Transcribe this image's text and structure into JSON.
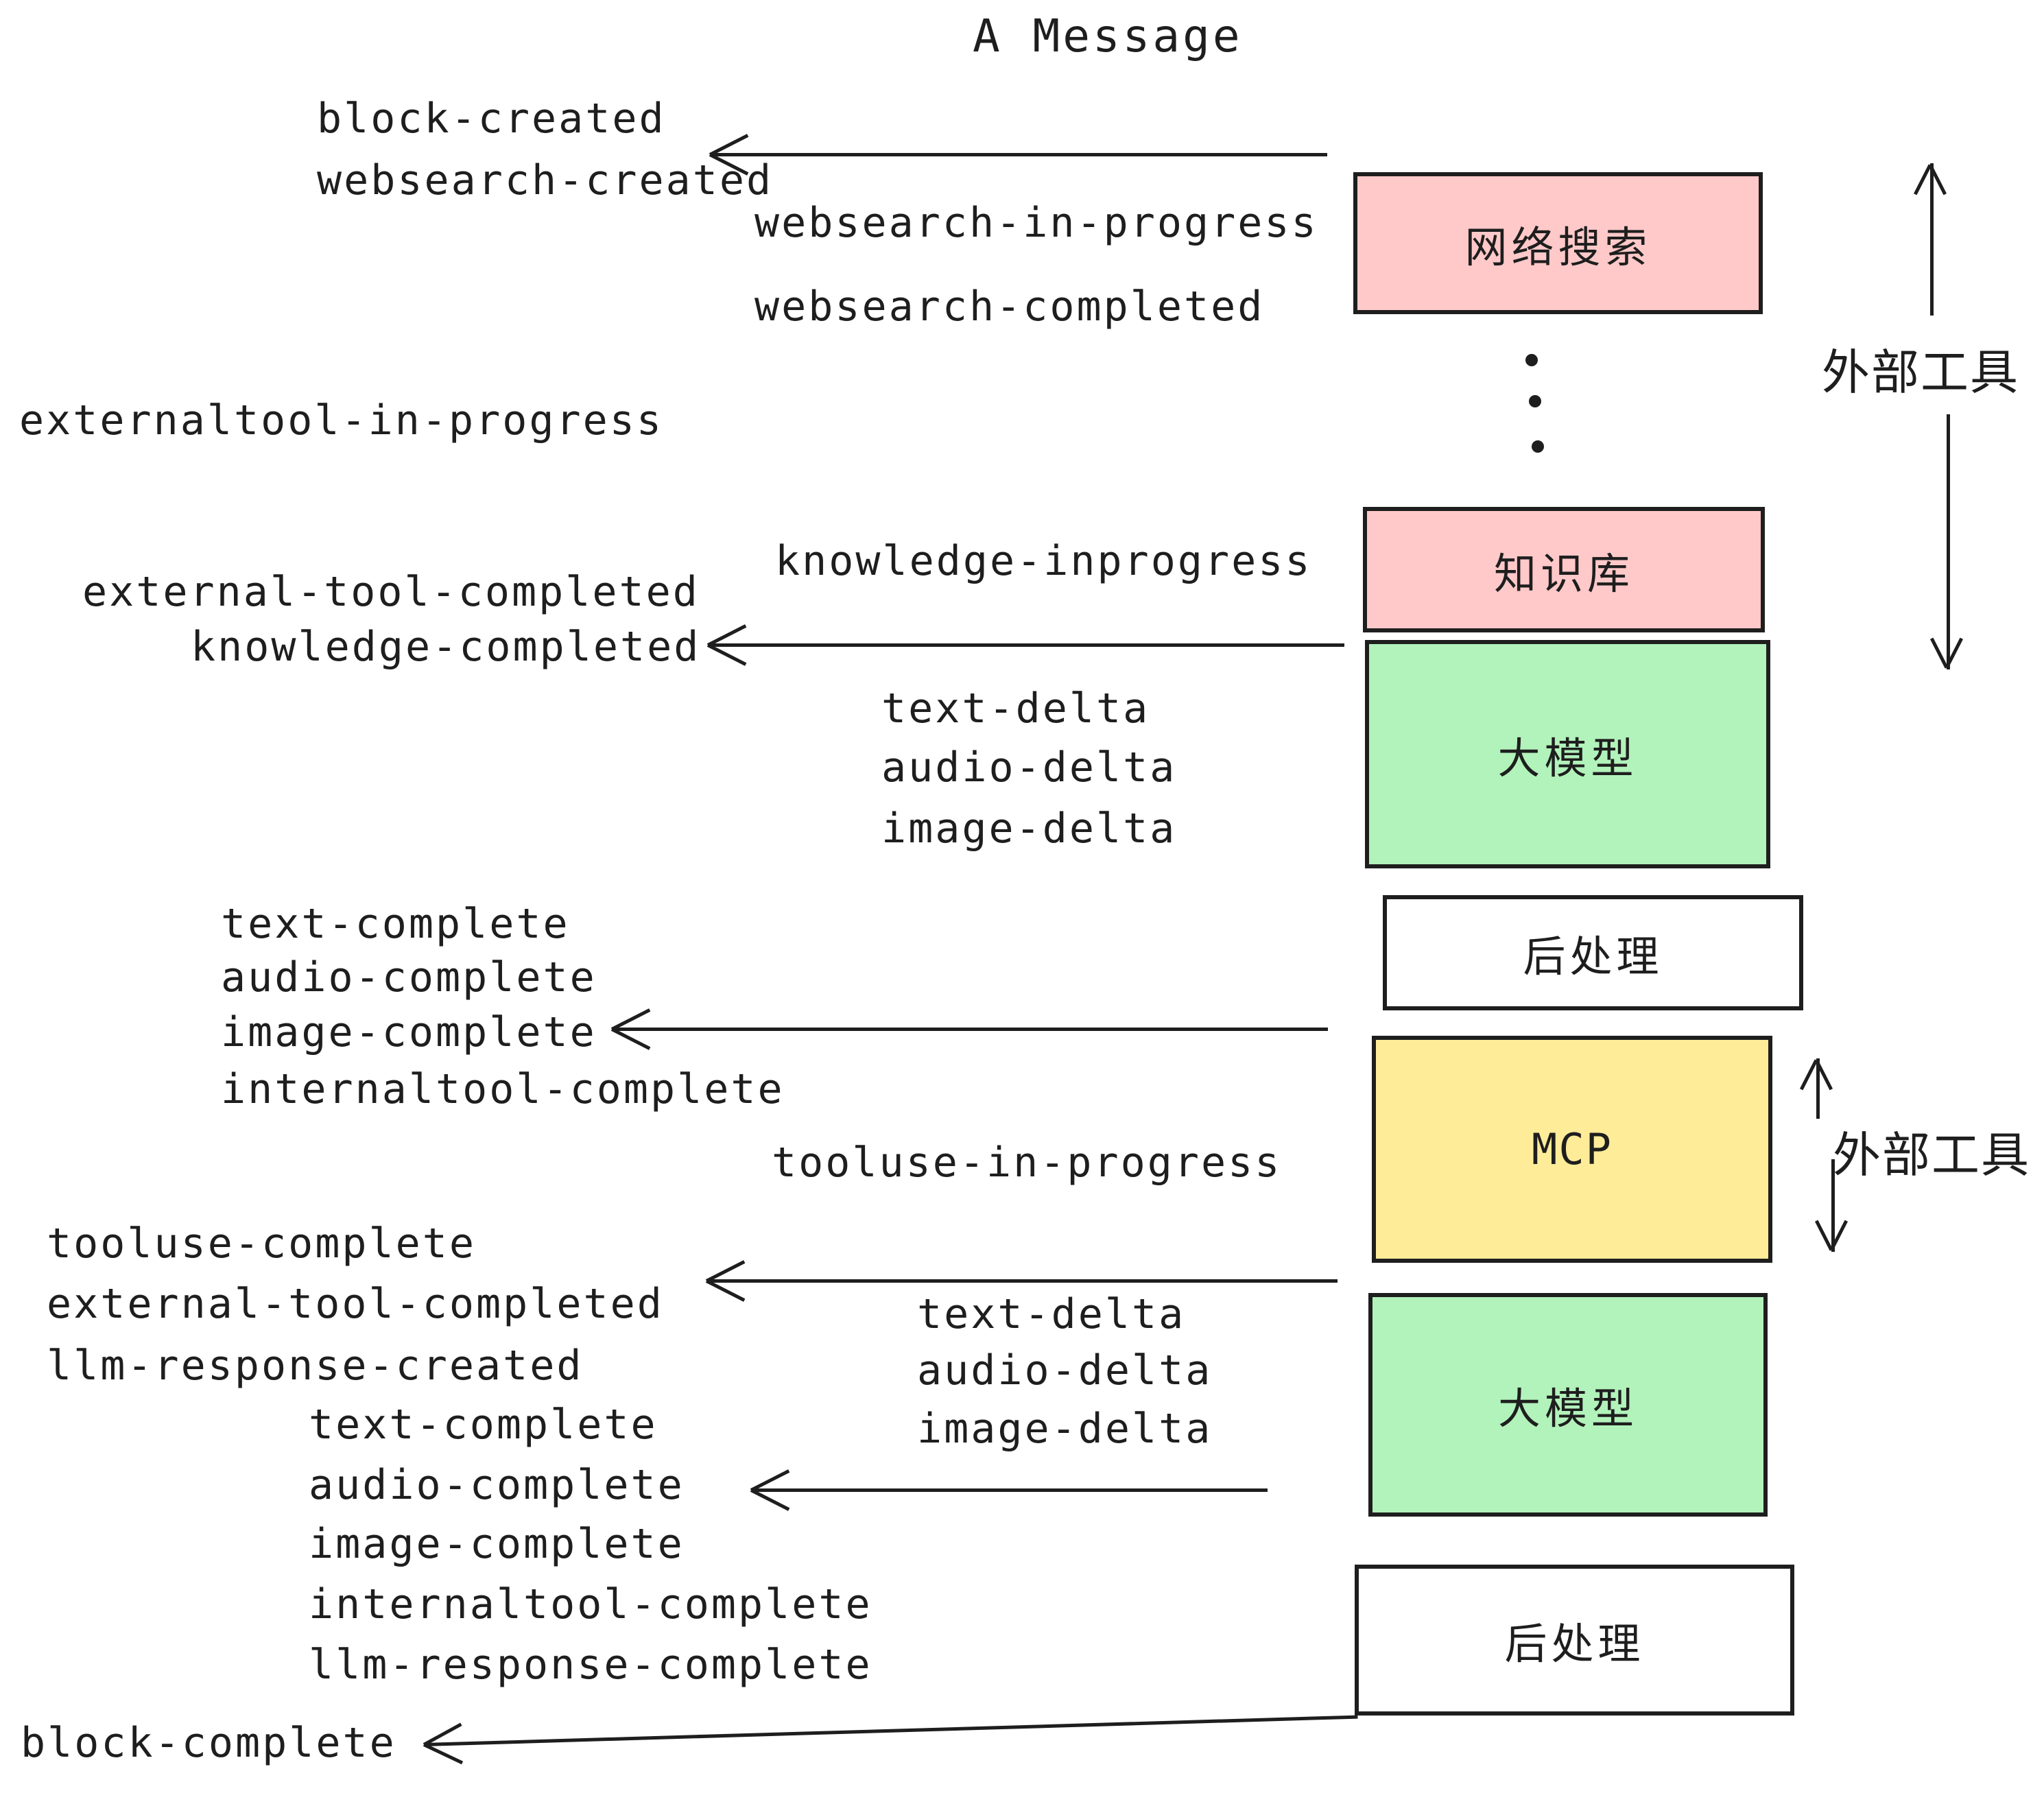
{
  "title": "A Message",
  "events": {
    "block_created": "block-created",
    "websearch_created": "websearch-created",
    "websearch_in_progress": "websearch-in-progress",
    "websearch_completed": "websearch-completed",
    "externaltool_in_progress": "externaltool-in-progress",
    "knowledge_inprogress": "knowledge-inprogress",
    "external_tool_completed": "external-tool-completed",
    "knowledge_completed": "knowledge-completed",
    "text_delta": "text-delta",
    "audio_delta": "audio-delta",
    "image_delta": "image-delta",
    "text_complete": "text-complete",
    "audio_complete": "audio-complete",
    "image_complete": "image-complete",
    "internaltool_complete": "internaltool-complete",
    "tooluse_in_progress": "tooluse-in-progress",
    "tooluse_complete": "tooluse-complete",
    "llm_response_created": "llm-response-created",
    "llm_response_complete": "llm-response-complete",
    "block_complete": "block-complete"
  },
  "boxes": {
    "websearch": {
      "label": "网络搜索",
      "color": "#ffc9c9"
    },
    "knowledge": {
      "label": "知识库",
      "color": "#ffc9c9"
    },
    "llm": {
      "label": "大模型",
      "color": "#b2f2bb"
    },
    "postprocess": {
      "label": "后处理",
      "color": "#ffffff"
    },
    "mcp": {
      "label": "MCP",
      "color": "#ffec99"
    }
  },
  "annotations": {
    "external_tools": "外部工具"
  },
  "colors": {
    "pink": "#ffc9c9",
    "green": "#b2f2bb",
    "yellow": "#ffec99",
    "ink": "#1e1e1e",
    "background": "#ffffff"
  }
}
